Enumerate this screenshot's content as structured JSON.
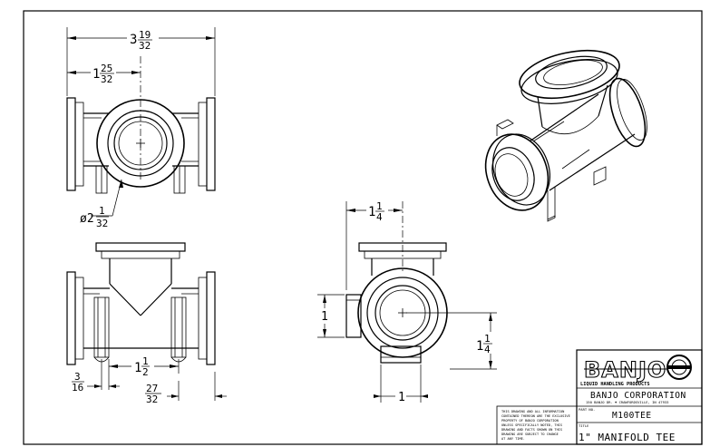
{
  "drawing": {
    "dimensions": {
      "overall_width": {
        "whole": "3",
        "num": "19",
        "den": "32"
      },
      "half_width": {
        "whole": "1",
        "num": "25",
        "den": "32"
      },
      "flange_dia": {
        "prefix": "ø2",
        "num": "1",
        "den": "32"
      },
      "leg_width": {
        "num": "3",
        "den": "16"
      },
      "leg_spacing": {
        "whole": "1",
        "num": "1",
        "den": "2"
      },
      "leg_offset": {
        "num": "27",
        "den": "32"
      },
      "side_top": {
        "whole": "1",
        "num": "1",
        "den": "4"
      },
      "side_left": "1",
      "side_right": {
        "whole": "1",
        "num": "1",
        "den": "4"
      },
      "side_bottom": "1"
    },
    "notice_lines": [
      "THIS DRAWING AND ALL INFORMATION",
      "CONTAINED THEREON ARE THE EXCLUSIVE",
      "PROPERTY OF BANJO CORPORATION",
      "UNLESS SPECIFICALLY NOTED, THIS",
      "DRAWING AND FACTS SHOWN ON THIS",
      "DRAWING ARE SUBJECT TO CHANGE",
      "AT ANY TIME."
    ],
    "title_block": {
      "brand": "BANJO",
      "tagline": "LIQUID HANDLING PRODUCTS",
      "company": "BANJO CORPORATION",
      "address": "150 BANJO DR. ♦ CRAWFORDSVILLE, IN 47933",
      "part_label": "PART NO.",
      "part_no": "M100TEE",
      "title_label": "TITLE",
      "title": "1\" MANIFOLD TEE"
    }
  }
}
